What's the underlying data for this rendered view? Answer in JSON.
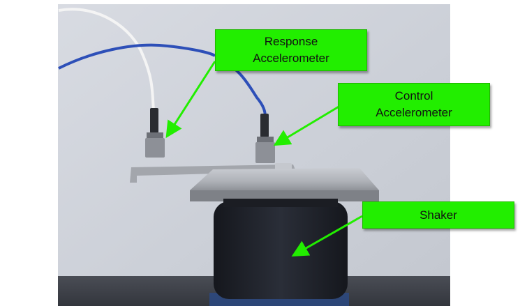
{
  "labels": {
    "response": {
      "line1": "Response",
      "line2": "Accelerometer"
    },
    "control": {
      "line1": "Control",
      "line2": "Accelerometer"
    },
    "shaker": {
      "line1": "Shaker"
    }
  },
  "colors": {
    "label_fill": "#22ee00",
    "arrow": "#22ee00",
    "wall": "#cfd2d9",
    "shaker_body": "#20232b",
    "plate": "#b9bcc2",
    "cable_blue": "#2d4fb8",
    "cable_white": "#f2f2f2"
  }
}
